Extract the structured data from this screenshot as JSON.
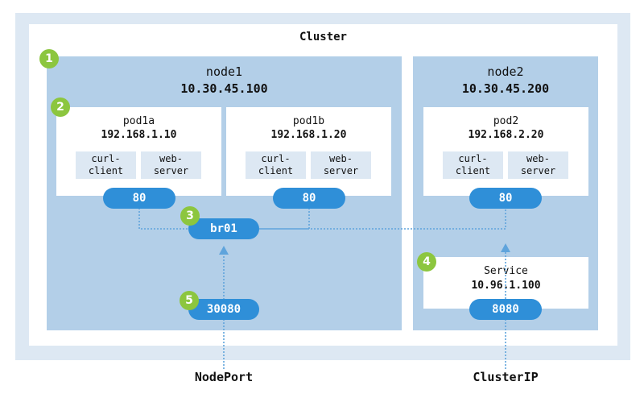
{
  "cluster": {
    "title": "Cluster"
  },
  "node1": {
    "name": "node1",
    "ip": "10.30.45.100",
    "pods": [
      {
        "name": "pod1a",
        "ip": "192.168.1.10",
        "containers": [
          "curl-\nclient",
          "web-\nserver"
        ],
        "port": "80"
      },
      {
        "name": "pod1b",
        "ip": "192.168.1.20",
        "containers": [
          "curl-\nclient",
          "web-\nserver"
        ],
        "port": "80"
      }
    ],
    "bridge": "br01",
    "nodeport": "30080"
  },
  "node2": {
    "name": "node2",
    "ip": "10.30.45.200",
    "pod": {
      "name": "pod2",
      "ip": "192.168.2.20",
      "containers": [
        "curl-\nclient",
        "web-\nserver"
      ],
      "port": "80"
    },
    "service": {
      "name": "Service",
      "ip": "10.96.1.100",
      "port": "8080"
    }
  },
  "badges": [
    "1",
    "2",
    "3",
    "4",
    "5"
  ],
  "labels": {
    "nodeport": "NodePort",
    "clusterip": "ClusterIP"
  },
  "colors": {
    "node_bg": "#b3cfe8",
    "outer_bg": "#dde8f3",
    "pill": "#2f8fd8",
    "badge": "#8cc63f",
    "wire": "#5fa4dc"
  }
}
